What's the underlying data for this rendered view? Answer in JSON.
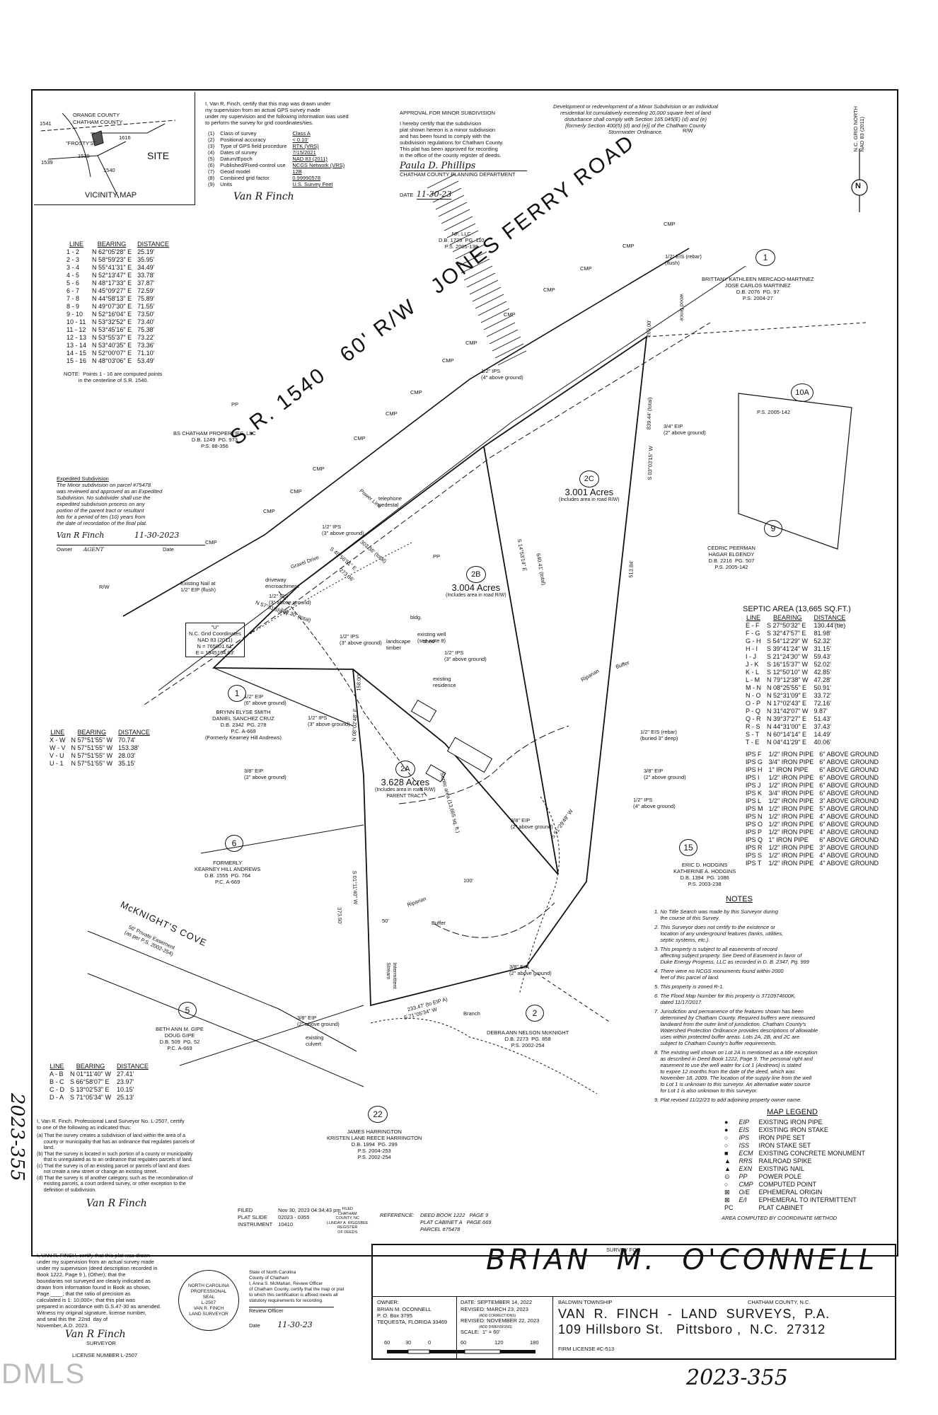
{
  "vicinity_map": {
    "title": "VICINITY MAP",
    "labels": [
      "ORANGE COUNTY",
      "CHATHAM COUNTY",
      "\"FROSTY'S\"",
      "1541",
      "1616",
      "1539",
      "1539",
      "1540",
      "SITE"
    ]
  },
  "gps_cert": {
    "intro": "I, Van R. Finch, certify that this map was drawn under\nmy supervision from an actual GPS survey made\nunder my supervision and the following information was used\nto perform the survey for grid coordinates/ties.",
    "items": [
      {
        "n": "(1)",
        "label": "Class of survey",
        "value": "Class A"
      },
      {
        "n": "(2)",
        "label": "Positional accuracy",
        "value": "< 0.10'"
      },
      {
        "n": "(3)",
        "label": "Type of GPS field procedure",
        "value": "RTK (VRS)"
      },
      {
        "n": "(4)",
        "label": "Dates of survey",
        "value": "7/15/2021"
      },
      {
        "n": "(5)",
        "label": "Datum/Epoch",
        "value": "NAD 83 (2011)"
      },
      {
        "n": "(6)",
        "label": "Published/Fixed-control use",
        "value": "NCGS Network (VRS)"
      },
      {
        "n": "(7)",
        "label": "Geoid model",
        "value": "12B"
      },
      {
        "n": "(8)",
        "label": "Combined grid factor",
        "value": "0.99990578"
      },
      {
        "n": "(9)",
        "label": "Units",
        "value": "U.S. Survey Feet"
      }
    ],
    "signature": "Van R Finch"
  },
  "approval": {
    "title": "APPROVAL FOR MINOR SUBDIVISION",
    "text": "I hereby certify that the subdivision\nplat shown hereon is a minor subdivision\nand has been found to comply with the\nsubdivision regulations for Chatham County.\nThis plat has been approved for recording\nin the office of the county register of deeds.",
    "signature": "Paula D. Phillips",
    "dept": "CHATHAM COUNTY PLANNING DEPARTMENT",
    "date_label": "DATE",
    "date": "11-30-23"
  },
  "stormwater_note": "Development or redevelopment of a Minor Subdivision or an individual\nresidential lot cumulatively exceeding 20,000 square feet of land\ndisturbance shall comply with Section 165.045(E) (d) and (e)\n[formerly Section 400(5) (d) and (e)] of the Chatham County\nStormwater Ordinance.",
  "north_label": "N.C. GRID NORTH\nNAD 83 (2011)",
  "north_letter": "N",
  "line_table": {
    "headers": [
      "LINE",
      "BEARING",
      "DISTANCE"
    ],
    "rows": [
      [
        "1 - 2",
        "N 62°05'28\" E",
        "25.19'"
      ],
      [
        "2 - 3",
        "N 58°59'23\" E",
        "35.95'"
      ],
      [
        "3 - 4",
        "N 55°41'31\" E",
        "34.49'"
      ],
      [
        "4 - 5",
        "N 52°13'47\" E",
        "33.78'"
      ],
      [
        "5 - 6",
        "N 48°17'33\" E",
        "37.87'"
      ],
      [
        "6 - 7",
        "N 45°09'27\" E",
        "72.59'"
      ],
      [
        "7 - 8",
        "N 44°58'13\" E",
        "75.89'"
      ],
      [
        "8 - 9",
        "N 49°07'30\" E",
        "71.55'"
      ],
      [
        "9 - 10",
        "N 52°16'04\" E",
        "73.50'"
      ],
      [
        "10 - 11",
        "N 53°32'52\" E",
        "73.40'"
      ],
      [
        "11 - 12",
        "N 53°45'16\" E",
        "75.38'"
      ],
      [
        "12 - 13",
        "N 53°55'37\" E",
        "73.22'"
      ],
      [
        "13 - 14",
        "N 53°40'35\" E",
        "73.36'"
      ],
      [
        "14 - 15",
        "N 52°00'07\" E",
        "71.10'"
      ],
      [
        "15 - 16",
        "N 48°03'06\" E",
        "53.49'"
      ]
    ],
    "note": "NOTE:  Points 1 - 16 are computed points\n          in the centerline of S.R. 1540."
  },
  "road": {
    "name": "S.R. 1540   60' R/W   JONES FERRY ROAD",
    "rw": "R/W",
    "cmp": "CMP"
  },
  "owners": {
    "nf": "NF, LLC\nD.B. 1723  PG. 110\nP.S. 2005-136",
    "bs": "BS CHATHAM PROPERTIES, LLC\nD.B. 1249  PG. 973\nP.S. 88-356",
    "brittany": "BRITTANY KATHLEEN MERCADO-MARTINEZ\nJOSE CARLOS MARTINEZ\nD.B. 2076  PG. 97\nP.S. 2004-27",
    "lot10a": "P.S. 2005-142",
    "cedric": "CEDRIC PEERMAN\nHAGAR ELGENDY\nD.B. 2216  PG. 507\nP.S. 2005-142",
    "brynn": "BRYNN ELYSE SMITH\nDANIEL SANCHEZ CRUZ\nD.B. 2342  PG. 278\nP.C. A-669\n(Formerly Kearney Hill Andrews)",
    "formerly": "FORMERLY\nKEARNEY HILL ANDREWS\nD.B. 1555  PG. 764\nP.C. A-669",
    "beth": "BETH ANN M. GIPE\nDOUG GIPE\nD.B. 509  PG. 52\nP.C. A-669",
    "eric": "ERIC D. HODGINS\nKATHERINE A. HODGINS\nD.B. 1394  PG. 1086\nP.S. 2003-238",
    "debra": "DEBRA ANN NELSON McKNIGHT\nD.B. 2273  PG. 858\nP.S. 2002-254",
    "james": "JAMES HARRINGTON\nKRISTEN LANE REECE HARRINGTON\nD.B. 1994  PG. 299\nP.S. 2004-253\nP.S. 2002-254"
  },
  "lot_numbers": [
    "1",
    "10A",
    "9",
    "1",
    "6",
    "5",
    "15",
    "2",
    "22"
  ],
  "tracts": [
    {
      "id": "2C",
      "acres": "3.001 Acres",
      "note": "(Includes area in road R/W)"
    },
    {
      "id": "2B",
      "acres": "3.004 Acres",
      "note": "(Includes area in road R/W)"
    },
    {
      "id": "2A",
      "acres": "3.628 Acres",
      "note": "(Includes area in road R/W)\nPARENT TRACT"
    }
  ],
  "plat_labels": {
    "eis": "1/2\" EIS (rebar)\n(flush)",
    "eis2": "1/2\" EIS (rebar)\n(buried 3\" deep)",
    "nail": "Existing Nail at\n1/2\" EIP (flush)",
    "grid": "\"U\"\nN.C. Grid Coordinates\nNAD 83 (2011)\nN = 765801.61'\nE = 1945164.93'",
    "well": "existing well\n(see note 8)",
    "residence": "existing\nresidence",
    "driveway": "driveway\nencroachment",
    "pedestal": "telephone\npedestal",
    "powerline": "Power Line",
    "gravel": "Gravel Drive",
    "mcknight": "McKNIGHT'S COVE",
    "easement": "50' Private Easement\n(as per P.S. 2002-254)",
    "stream": "Intermittent\nStream",
    "riparian": "Riparian",
    "buffer": "Buffer",
    "branch": "Branch",
    "woodfence": "wood fence",
    "septic": "Septic area (13,665 sq. ft.)",
    "ips1": "1/2\" IPS\n(3\" above ground)",
    "ips2": "1/2\" IPS\n(4\" above ground)",
    "eip34": "3/4\" EIP\n(2\" above ground)",
    "eip12": "1/2\" EIP\n(6\" above ground)",
    "eip38": "3/8\" EIP\n(2\" above ground)",
    "culvert": "existing\nculvert",
    "bldg": "bldg.",
    "shed": "shed",
    "timber": "landscape\ntimber",
    "pp": "PP",
    "dist1": "640.41' (total)",
    "dist2": "839.44' (total)",
    "dist3": "269.00'",
    "dist4": "513.84'",
    "dist5": "303.36' (total)",
    "dist6": "273.36'",
    "dist7": "287.30' (total)",
    "dist8": "158.00'",
    "dist9": "373.50'",
    "dist10": "233.47' (to EIP A)",
    "dist11": "100'",
    "dist12": "50'",
    "brg1": "S 14°53'14\" E",
    "brg2": "S 03°03'15\" W",
    "brg3": "S 45°56'51\" E",
    "brg4": "N 57°51'55\" W",
    "brg5": "N 08°02'48\" E",
    "brg6": "S 01°11'40\" W",
    "brg7": "S 71°05'34\" W",
    "brg8": "S 51°29'49\" W"
  },
  "expedited": {
    "title": "Expedited Subdivision",
    "text": "The Minor subdivision on parcel #75478\nwas reviewed and approved as an Expedited\nSubdivision. No subdivider shall use the\nexpedited subdivision process on any\nportion of the parent tract or resultant\nlots for a period of ten (10) years from\nthe date of recordation of the final plat.",
    "sig": "Van R Finch",
    "date": "11-30-2023",
    "owner_label": "Owner",
    "agent": "AGENT",
    "date_label": "Date"
  },
  "xw_table": {
    "headers": [
      "LINE",
      "BEARING",
      "DISTANCE"
    ],
    "rows": [
      [
        "X - W",
        "N 57°51'55\" W",
        "70.74'"
      ],
      [
        "W - V",
        "N 57°51'55\" W",
        "153.38'"
      ],
      [
        "V - U",
        "N 57°51'55\" W",
        "28.03'"
      ],
      [
        "U - 1",
        "N 57°51'55\" W",
        "35.15'"
      ]
    ]
  },
  "ab_table": {
    "headers": [
      "LINE",
      "BEARING",
      "DISTANCE"
    ],
    "rows": [
      [
        "A - B",
        "N 01°11'40\" W",
        "27.41'"
      ],
      [
        "B - C",
        "S 66°58'07\" E",
        "23.97'"
      ],
      [
        "C - D",
        "S 13°02'53\" E",
        "10.15'"
      ],
      [
        "D - A",
        "S 71°05'34\" W",
        "25.13'"
      ]
    ]
  },
  "septic_table": {
    "title": "SEPTIC AREA (13,665 SQ.FT.)",
    "headers": [
      "LINE",
      "BEARING",
      "DISTANCE"
    ],
    "rows": [
      [
        "E - F",
        "S 27°50'32\" E",
        "130.44'(tie)"
      ],
      [
        "F - G",
        "S 32°47'57\" E",
        "81.98'"
      ],
      [
        "G - H",
        "S 54°12'29\" W",
        "52.32'"
      ],
      [
        "H - I",
        "S 39°41'24\" W",
        "31.15'"
      ],
      [
        "I - J",
        "S 21°24'30\" W",
        "59.43'"
      ],
      [
        "J - K",
        "S 16°15'37\" W",
        "52.02'"
      ],
      [
        "K - L",
        "S 12°50'10\" W",
        "42.85'"
      ],
      [
        "L - M",
        "N 79°12'38\" W",
        "47.28'"
      ],
      [
        "M - N",
        "N 08°25'55\" E",
        "50.91'"
      ],
      [
        "N - O",
        "N 52°31'09\" E",
        "33.72'"
      ],
      [
        "O - P",
        "N 17°02'43\" E",
        "72.16'"
      ],
      [
        "P - Q",
        "N 31°42'07\" W",
        "9.87'"
      ],
      [
        "Q - R",
        "N 39°37'27\" E",
        "51.43'"
      ],
      [
        "R - S",
        "N 44°31'00\" E",
        "37.43'"
      ],
      [
        "S - T",
        "N 60°14'14\" E",
        "14.49'"
      ],
      [
        "T - E",
        "N 04°41'29\" E",
        "40.06'"
      ]
    ]
  },
  "ips_table": {
    "rows": [
      [
        "IPS F",
        "1/2\" IRON PIPE",
        "6\" ABOVE GROUND"
      ],
      [
        "IPS G",
        "3/4\" IRON PIPE",
        "6\" ABOVE GROUND"
      ],
      [
        "IPS H",
        "1\" IRON PIPE",
        "6\" ABOVE GROUND"
      ],
      [
        "IPS I",
        "1/2\" IRON PIPE",
        "6\" ABOVE GROUND"
      ],
      [
        "IPS J",
        "1/2\" IRON PIPE",
        "6\" ABOVE GROUND"
      ],
      [
        "IPS K",
        "3/4\" IRON PIPE",
        "6\" ABOVE GROUND"
      ],
      [
        "IPS L",
        "1/2\" IRON PIPE",
        "3\" ABOVE GROUND"
      ],
      [
        "IPS M",
        "1/2\" IRON PIPE",
        "5\" ABOVE GROUND"
      ],
      [
        "IPS N",
        "1/2\" IRON PIPE",
        "4\" ABOVE GROUND"
      ],
      [
        "IPS O",
        "1/2\" IRON PIPE",
        "6\" ABOVE GROUND"
      ],
      [
        "IPS P",
        "1/2\" IRON PIPE",
        "4\" ABOVE GROUND"
      ],
      [
        "IPS Q",
        "1\" IRON PIPE",
        "6\" ABOVE GROUND"
      ],
      [
        "IPS R",
        "1/2\" IRON PIPE",
        "3\" ABOVE GROUND"
      ],
      [
        "IPS S",
        "1/2\" IRON PIPE",
        "4\" ABOVE GROUND"
      ],
      [
        "IPS T",
        "1/2\" IRON PIPE",
        "4\" ABOVE GROUND"
      ]
    ]
  },
  "notes": {
    "title": "NOTES",
    "items": [
      "1. No Title Search was made by this Surveyor during\n    the course of this Survey.",
      "2. This Surveyor does not certify to the existence or\n    location of any underground features (tanks, utilities,\n    septic systems, etc.).",
      "3. This property is subject to all easements of record\n    affecting subject property. See Deed of Easement in favor of\n    Duke Energy Progress, LLC as recorded in D. B. 2347, Pg. 999",
      "4. There were no NCGS monuments found within 2000\n    feet of this parcel of land.",
      "5. This property is zoned R-1.",
      "6. The Flood Map Number for this property is 3710974600K,\n    dated 11/17/2017.",
      "7. Jurisdiction and permanence of the features shown has been\n    determined by Chatham County. Required buffers were measured\n    landward from the outer limit of jurisdiction. Chatham County's\n    Watershed Protection Ordinance provides descriptions of allowable\n    uses within protected buffer areas. Lots 2A, 2B, and 2C are\n    subject to Chatham County's buffer requirements.",
      "8. The existing well shown on Lot 2A is mentioned as a title exception\n    as described in Deed Book 1222, Page 9. The personal right and\n    easement to use the well water for Lot 1 (Andrews) is stated\n    to expire 12 months from the date of the deed, which was\n    November 18, 2009. The location of the supply line from the well\n    to Lot 1 is unknown to this surveyor. An alternative water source\n    for Lot 1 is also unknown to this surveyor.",
      "9. Plat revised 11/22/23 to add adjoining property owner name."
    ]
  },
  "legend": {
    "title": "MAP LEGEND",
    "items": [
      {
        "sym": "●",
        "code": "EIP",
        "desc": "EXISTING IRON PIPE"
      },
      {
        "sym": "●",
        "code": "EIS",
        "desc": "EXISTING IRON STAKE"
      },
      {
        "sym": "○",
        "code": "IPS",
        "desc": "IRON PIPE SET"
      },
      {
        "sym": "○",
        "code": "ISS",
        "desc": "IRON STAKE SET"
      },
      {
        "sym": "■",
        "code": "ECM",
        "desc": "EXISTING CONCRETE MONUMENT"
      },
      {
        "sym": "▲",
        "code": "RRS",
        "desc": "RAILROAD SPIKE"
      },
      {
        "sym": "▲",
        "code": "EXN",
        "desc": "EXISTING NAIL"
      },
      {
        "sym": "⊙",
        "code": "PP",
        "desc": "POWER POLE"
      },
      {
        "sym": "○",
        "code": "CMP",
        "desc": "COMPUTED POINT"
      },
      {
        "sym": "⊠",
        "code": "O/E",
        "desc": "EPHEMERAL ORIGIN"
      },
      {
        "sym": "⊠",
        "code": "E/I",
        "desc": "EPHEMERAL TO INTERMITTENT"
      },
      {
        "sym": "PC",
        "code": "",
        "desc": "PLAT CABINET"
      }
    ],
    "footer": "AREA COMPUTED BY COORDINATE METHOD"
  },
  "prof_cert": {
    "text": "I, Van R. Finch, Professional Land Surveyor No. L-2507, certify\nto one of the following as indicated thus:",
    "items": [
      "(a) That the survey creates a subdivision of land within the area of a\n     county or municipality that has an ordinance that regulates parcels of\n     land.",
      "(b) That the survey is located in such portion of a county or municipality\n     that is unregulated as to an ordinance that regulates parcels of land.",
      "(c) That the survey is of an existing parcel or parcels of land and does\n     not create a new street or change an existing street.",
      "(d) That the survey is of another category, such as the recombination of\n     existing parcels, a court ordered survey, or other exception to the\n     definition of subdivision."
    ],
    "sig": "Van R Finch"
  },
  "recording": {
    "filed_label": "FILED",
    "filed": "Nov 30, 2023    04:34:43 pm",
    "slide_label": "PLAT SLIDE",
    "slide": "02023   -   0355",
    "instrument_label": "INSTRUMENT",
    "instrument": "10410",
    "register": "FILED\nCHATHAM\nCOUNTY, NC\nLUNDAY A. RIGGSBEE\nREGISTER\nOF DEEDS"
  },
  "reference": {
    "label": "REFERENCE:",
    "lines": [
      "DEED BOOK 1222   PAGE 9",
      "PLAT CABINET A   PAGE 669",
      "PARCEL #75478"
    ]
  },
  "surveyor_cert": {
    "text": "I, VAN R. FINCH, certify that this plat was drawn\nunder my supervision from an actual survey made\nunder my supervision (deed description recorded in\nBook 1222, Page 9 ), (Other); that the\nboundaries not surveyed are clearly indicated as\ndrawn from information found in Book as shown,\nPage ____; that the ratio of precision as\ncalculated is 1: 10,000+; that this plat was\nprepared in accordance with G.S.47-30 as amended.\nWitness my original signature, license number,\nand seal this the  22nd  day of\nNovember, A.D. 2023.",
    "sig": "Van R Finch",
    "surveyor_label": "SURVEYOR",
    "license": "LICENSE NUMBER L-2507",
    "seal": "NORTH CAROLINA\nPROFESSIONAL\nSEAL\nL-2507\nVAN R. FINCH\nLAND SURVEYOR"
  },
  "review": {
    "text": "State of North Carolina\nCounty of Chatham\nI, Anna S. McMahan, Review Officer\nof Chatham County, certify that the map or plat\nto which this certification is affixed meets all\nstatutory requirements for recording.",
    "officer": "Review Officer",
    "date_label": "Date",
    "date": "11-30-23"
  },
  "title_block": {
    "survey_for": "SURVEY FOR",
    "client": "BRIAN  M.  O'CONNELL",
    "owner_label": "OWNER:",
    "owner": "BRIAN M. OCONNELL\nP. O. Box 3795\nTEQUESTA, FLORIDA 33469",
    "date_label": "DATE: SEPTEMBER 14, 2022",
    "revised1": "REVISED: MARCH 23, 2023",
    "revised1_note": "(ADD CORRECTIONS)",
    "revised2": "REVISED: NOVEMBER 22, 2023",
    "revised2_note": "(ADD DIMENSIONS)",
    "scale": "SCALE:  1\" = 60'",
    "scale_ticks": [
      "60",
      "30",
      "0",
      "60",
      "120",
      "180"
    ],
    "township": "BALDWIN TOWNSHIP",
    "county": "CHATHAM COUNTY, N.C.",
    "firm": "VAN  R.  FINCH  -  LAND  SURVEYS,  P.A.",
    "address": "109 Hillsboro St.   Pittsboro ,  N.C.  27312",
    "license": "FIRM LICENSE #C-513"
  },
  "stamps": {
    "left_vertical": "2023-355",
    "bottom": "2023-355",
    "watermark": "DMLS"
  }
}
